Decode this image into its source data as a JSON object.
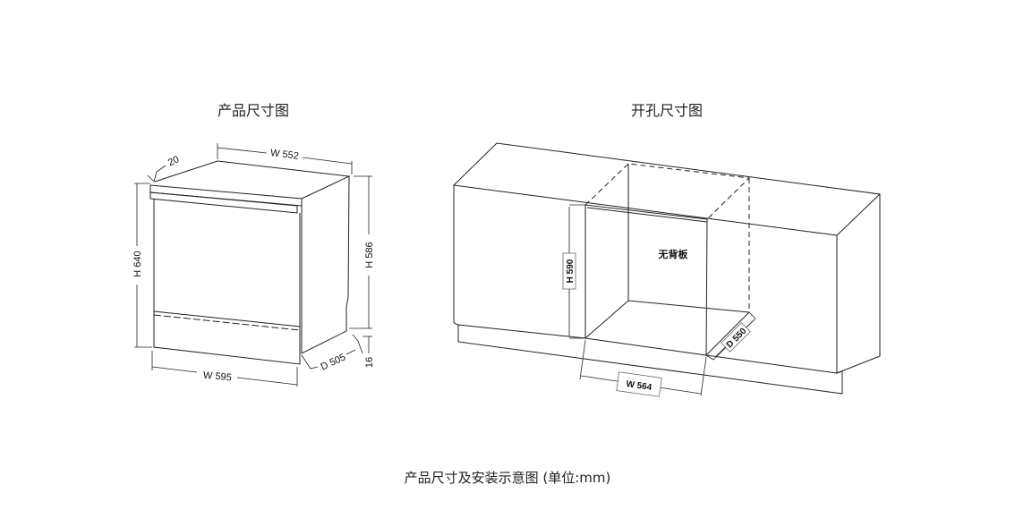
{
  "titles": {
    "product": "产品尺寸图",
    "cutout": "开孔尺寸图",
    "caption": "产品尺寸及安装示意图 (单位:mm)"
  },
  "product_dims": {
    "top_width": "W 552",
    "panel_thickness": "20",
    "total_height": "H 640",
    "body_height": "H 586",
    "plinth_gap": "16",
    "front_width": "W 595",
    "depth": "D 505"
  },
  "cutout_dims": {
    "height": "H 590",
    "width": "W 564",
    "depth": "D 550",
    "note": "无背板"
  }
}
